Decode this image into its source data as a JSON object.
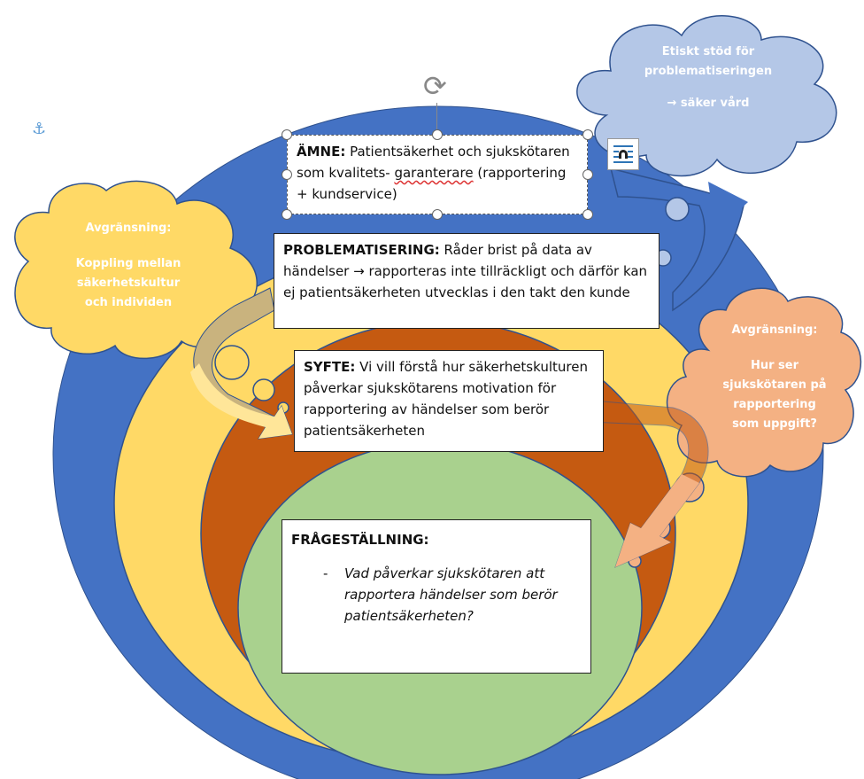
{
  "colors": {
    "outer_ring": "#4472c4",
    "yellow_ring": "#ffd966",
    "brown_ring": "#c55a11",
    "green_center": "#a9d18e",
    "cloud_blue": "#b4c7e7",
    "cloud_yellow": "#ffd966",
    "cloud_orange": "#f4b183"
  },
  "amne": {
    "label": "ÄMNE:",
    "text_1": " Patientsäkerhet och sjuksköt­aren som kvalitets- ",
    "underlined": "garanterare",
    "text_2": " (rapportering + kundservice)"
  },
  "problematisering": {
    "label": "PROBLEMATISERING:",
    "text": " Råder brist på data av händelser → rapporteras inte tillräckligt och därför kan ej patientsäkerheten utvecklas i den takt den kunde"
  },
  "syfte": {
    "label": "SYFTE:",
    "text": " Vi vill förstå hur säkerhetskulturen påverkar sjuksköt­arens motivation för rapportering av händelser som berör patientsäkerheten"
  },
  "fragestallning": {
    "label": "FRÅGESTÄLLNING:",
    "dash": "-",
    "question": "Vad påverkar sjuksköt­aren att rapportera händelser som berör patientsäkerheten?"
  },
  "cloud_left": {
    "title": "Avgränsning:",
    "line1": "Koppling mellan",
    "line2": "säkerhetskultur",
    "line3": "och individen"
  },
  "cloud_right": {
    "title": "Avgränsning:",
    "line1": "Hur ser",
    "line2": "sjuksköt­aren på",
    "line3": "rapportering",
    "line4": "som uppgift?"
  },
  "cloud_top": {
    "line1": "Etiskt stöd för",
    "line2": "problematiseringen",
    "line3": "→  säker vård"
  },
  "icons": {
    "anchor": "⚓",
    "rotate": "⟳"
  }
}
